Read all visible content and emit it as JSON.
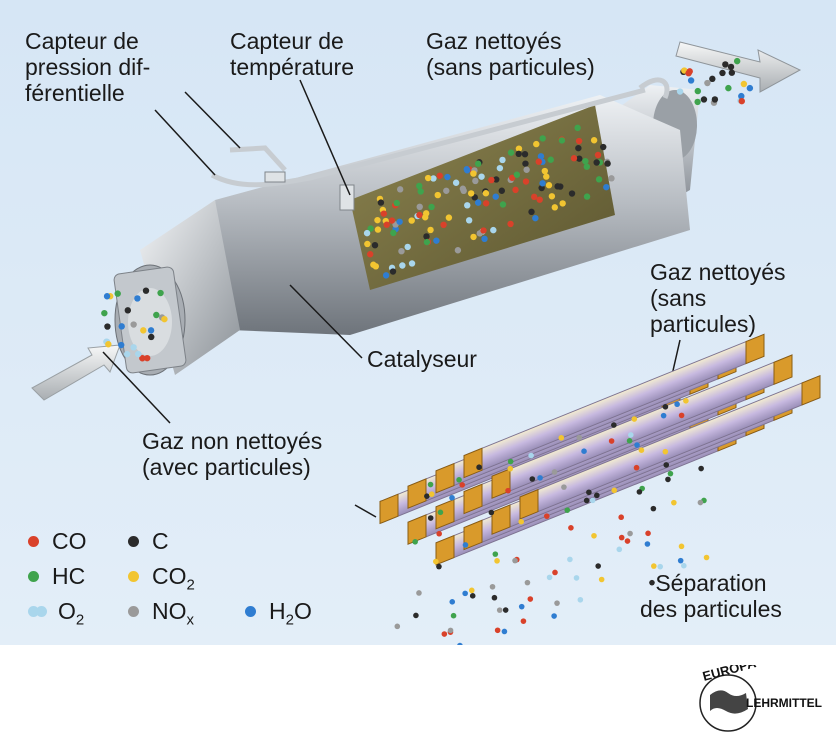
{
  "labels": {
    "pressure_sensor": [
      "Capteur de",
      "pression dif-",
      "férentielle"
    ],
    "temperature_sensor": [
      "Capteur de",
      "température"
    ],
    "clean_gas_top": [
      "Gaz nettoyés",
      "(sans particules)"
    ],
    "clean_gas_right": [
      "Gaz nettoyés",
      "(sans",
      "particules)"
    ],
    "catalyst": "Catalyseur",
    "dirty_gas": [
      "Gaz non nettoyés",
      "(avec particules)"
    ],
    "separation": [
      "Séparation",
      "des particules"
    ]
  },
  "legend": [
    {
      "label": "CO",
      "color": "#d9412a"
    },
    {
      "label": "C",
      "color": "#2b2b2b"
    },
    {
      "label": "HC",
      "color": "#3fa34d"
    },
    {
      "label": "CO2",
      "color": "#f2c531"
    },
    {
      "label": "O2",
      "color": "#a9d6ec"
    },
    {
      "label": "NOx",
      "color": "#9a9a9a"
    },
    {
      "label": "H2O",
      "color": "#2f7dd1"
    }
  ],
  "logo": {
    "top": "EUROPA",
    "right": "LEHRMITTEL"
  },
  "colors": {
    "background": "#dbe9f6",
    "metal": "#b9bec4",
    "filter_core": "#6f6a3a",
    "filter_plug": "#d99a2b"
  }
}
